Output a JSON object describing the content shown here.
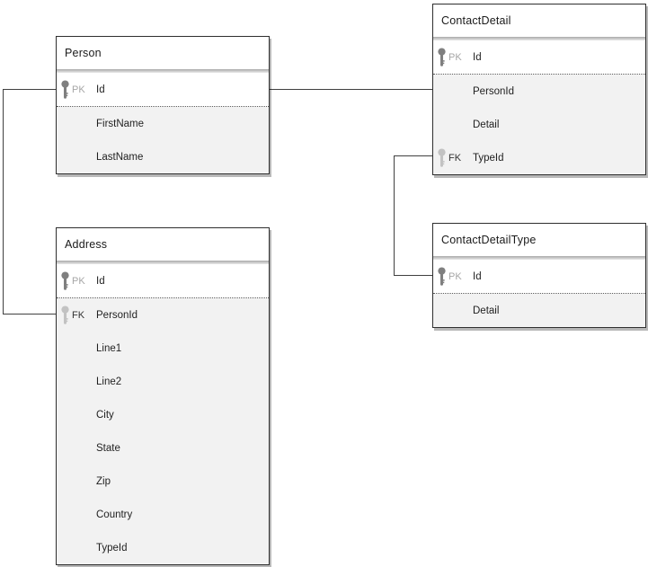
{
  "diagram_type": "entity-relationship",
  "colors": {
    "table_border": "#2e2e2e",
    "attr_row_background": "#f2f2f2",
    "key_row_background": "#ffffff",
    "pk_icon": "#7f7f7f",
    "fk_icon": "#c2c2c2",
    "pk_label": "#a6a6a6",
    "fk_label": "#333333",
    "connector": "#404040"
  },
  "icons": {
    "primary-key-icon": "key glyph (dark gray)",
    "foreign-key-icon": "key glyph (light gray)"
  },
  "tables": [
    {
      "id": "person",
      "title": "Person",
      "key_rows": [
        {
          "badge": "PK",
          "key": "pk",
          "name": "Id"
        }
      ],
      "rows": [
        {
          "badge": "",
          "key": "",
          "name": "FirstName"
        },
        {
          "badge": "",
          "key": "",
          "name": "LastName"
        }
      ]
    },
    {
      "id": "contact-detail",
      "title": "ContactDetail",
      "key_rows": [
        {
          "badge": "PK",
          "key": "pk",
          "name": "Id"
        }
      ],
      "rows": [
        {
          "badge": "",
          "key": "",
          "name": "PersonId"
        },
        {
          "badge": "",
          "key": "",
          "name": "Detail"
        },
        {
          "badge": "FK",
          "key": "fk",
          "name": "TypeId"
        }
      ]
    },
    {
      "id": "address",
      "title": "Address",
      "key_rows": [
        {
          "badge": "PK",
          "key": "pk",
          "name": "Id"
        }
      ],
      "rows": [
        {
          "badge": "FK",
          "key": "fk",
          "name": "PersonId"
        },
        {
          "badge": "",
          "key": "",
          "name": "Line1"
        },
        {
          "badge": "",
          "key": "",
          "name": "Line2"
        },
        {
          "badge": "",
          "key": "",
          "name": "City"
        },
        {
          "badge": "",
          "key": "",
          "name": "State"
        },
        {
          "badge": "",
          "key": "",
          "name": "Zip"
        },
        {
          "badge": "",
          "key": "",
          "name": "Country"
        },
        {
          "badge": "",
          "key": "",
          "name": "TypeId"
        }
      ]
    },
    {
      "id": "contact-detail-type",
      "title": "ContactDetailType",
      "key_rows": [
        {
          "badge": "PK",
          "key": "pk",
          "name": "Id"
        }
      ],
      "rows": [
        {
          "badge": "",
          "key": "",
          "name": "Detail"
        }
      ]
    }
  ],
  "relationships": [
    {
      "from": "Person.Id",
      "to": "Address.PersonId"
    },
    {
      "from": "Person.Id",
      "to": "ContactDetail.PersonId"
    },
    {
      "from": "ContactDetailType.Id",
      "to": "ContactDetail.TypeId"
    }
  ]
}
